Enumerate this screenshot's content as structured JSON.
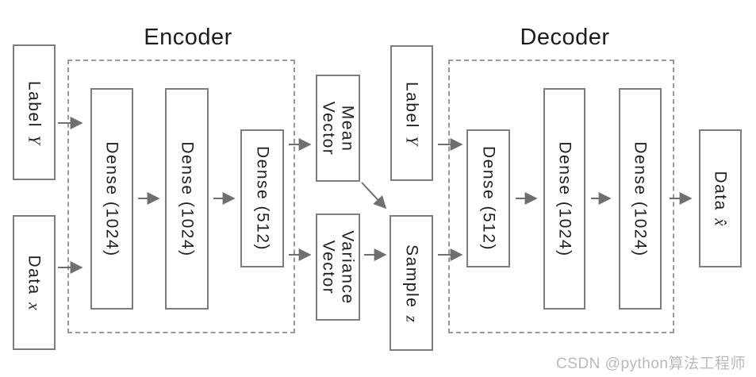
{
  "diagram": {
    "titles": {
      "encoder": "Encoder",
      "decoder": "Decoder"
    },
    "watermark": "CSDN @python算法工程师",
    "colors": {
      "box_border": "#7d7d7d",
      "dashed_border": "#9a9a9a",
      "arrow": "#6f6f6f",
      "text": "#1f1f1f",
      "watermark": "#b9b9b9",
      "background": "#ffffff"
    },
    "boxes": [
      {
        "id": "label-y-input",
        "text": "Label",
        "math": "Y"
      },
      {
        "id": "data-x-input",
        "text": "Data",
        "math": "x"
      },
      {
        "id": "encoder-dense-1",
        "text": "Dense (1024)"
      },
      {
        "id": "encoder-dense-2",
        "text": "Dense (1024)"
      },
      {
        "id": "encoder-dense-3",
        "text": "Dense (512)"
      },
      {
        "id": "mean-vector",
        "line1": "Mean",
        "line2": "Vector"
      },
      {
        "id": "variance-vector",
        "line1": "Variance",
        "line2": "Vector"
      },
      {
        "id": "label-y-decoder",
        "text": "Label",
        "math": "Y"
      },
      {
        "id": "sample-z",
        "text": "Sample",
        "math": "z"
      },
      {
        "id": "decoder-dense-1",
        "text": "Dense (512)"
      },
      {
        "id": "decoder-dense-2",
        "text": "Dense (1024)"
      },
      {
        "id": "decoder-dense-3",
        "text": "Dense (1024)"
      },
      {
        "id": "data-x-hat-output",
        "text": "Data",
        "math": "x̂"
      }
    ]
  }
}
